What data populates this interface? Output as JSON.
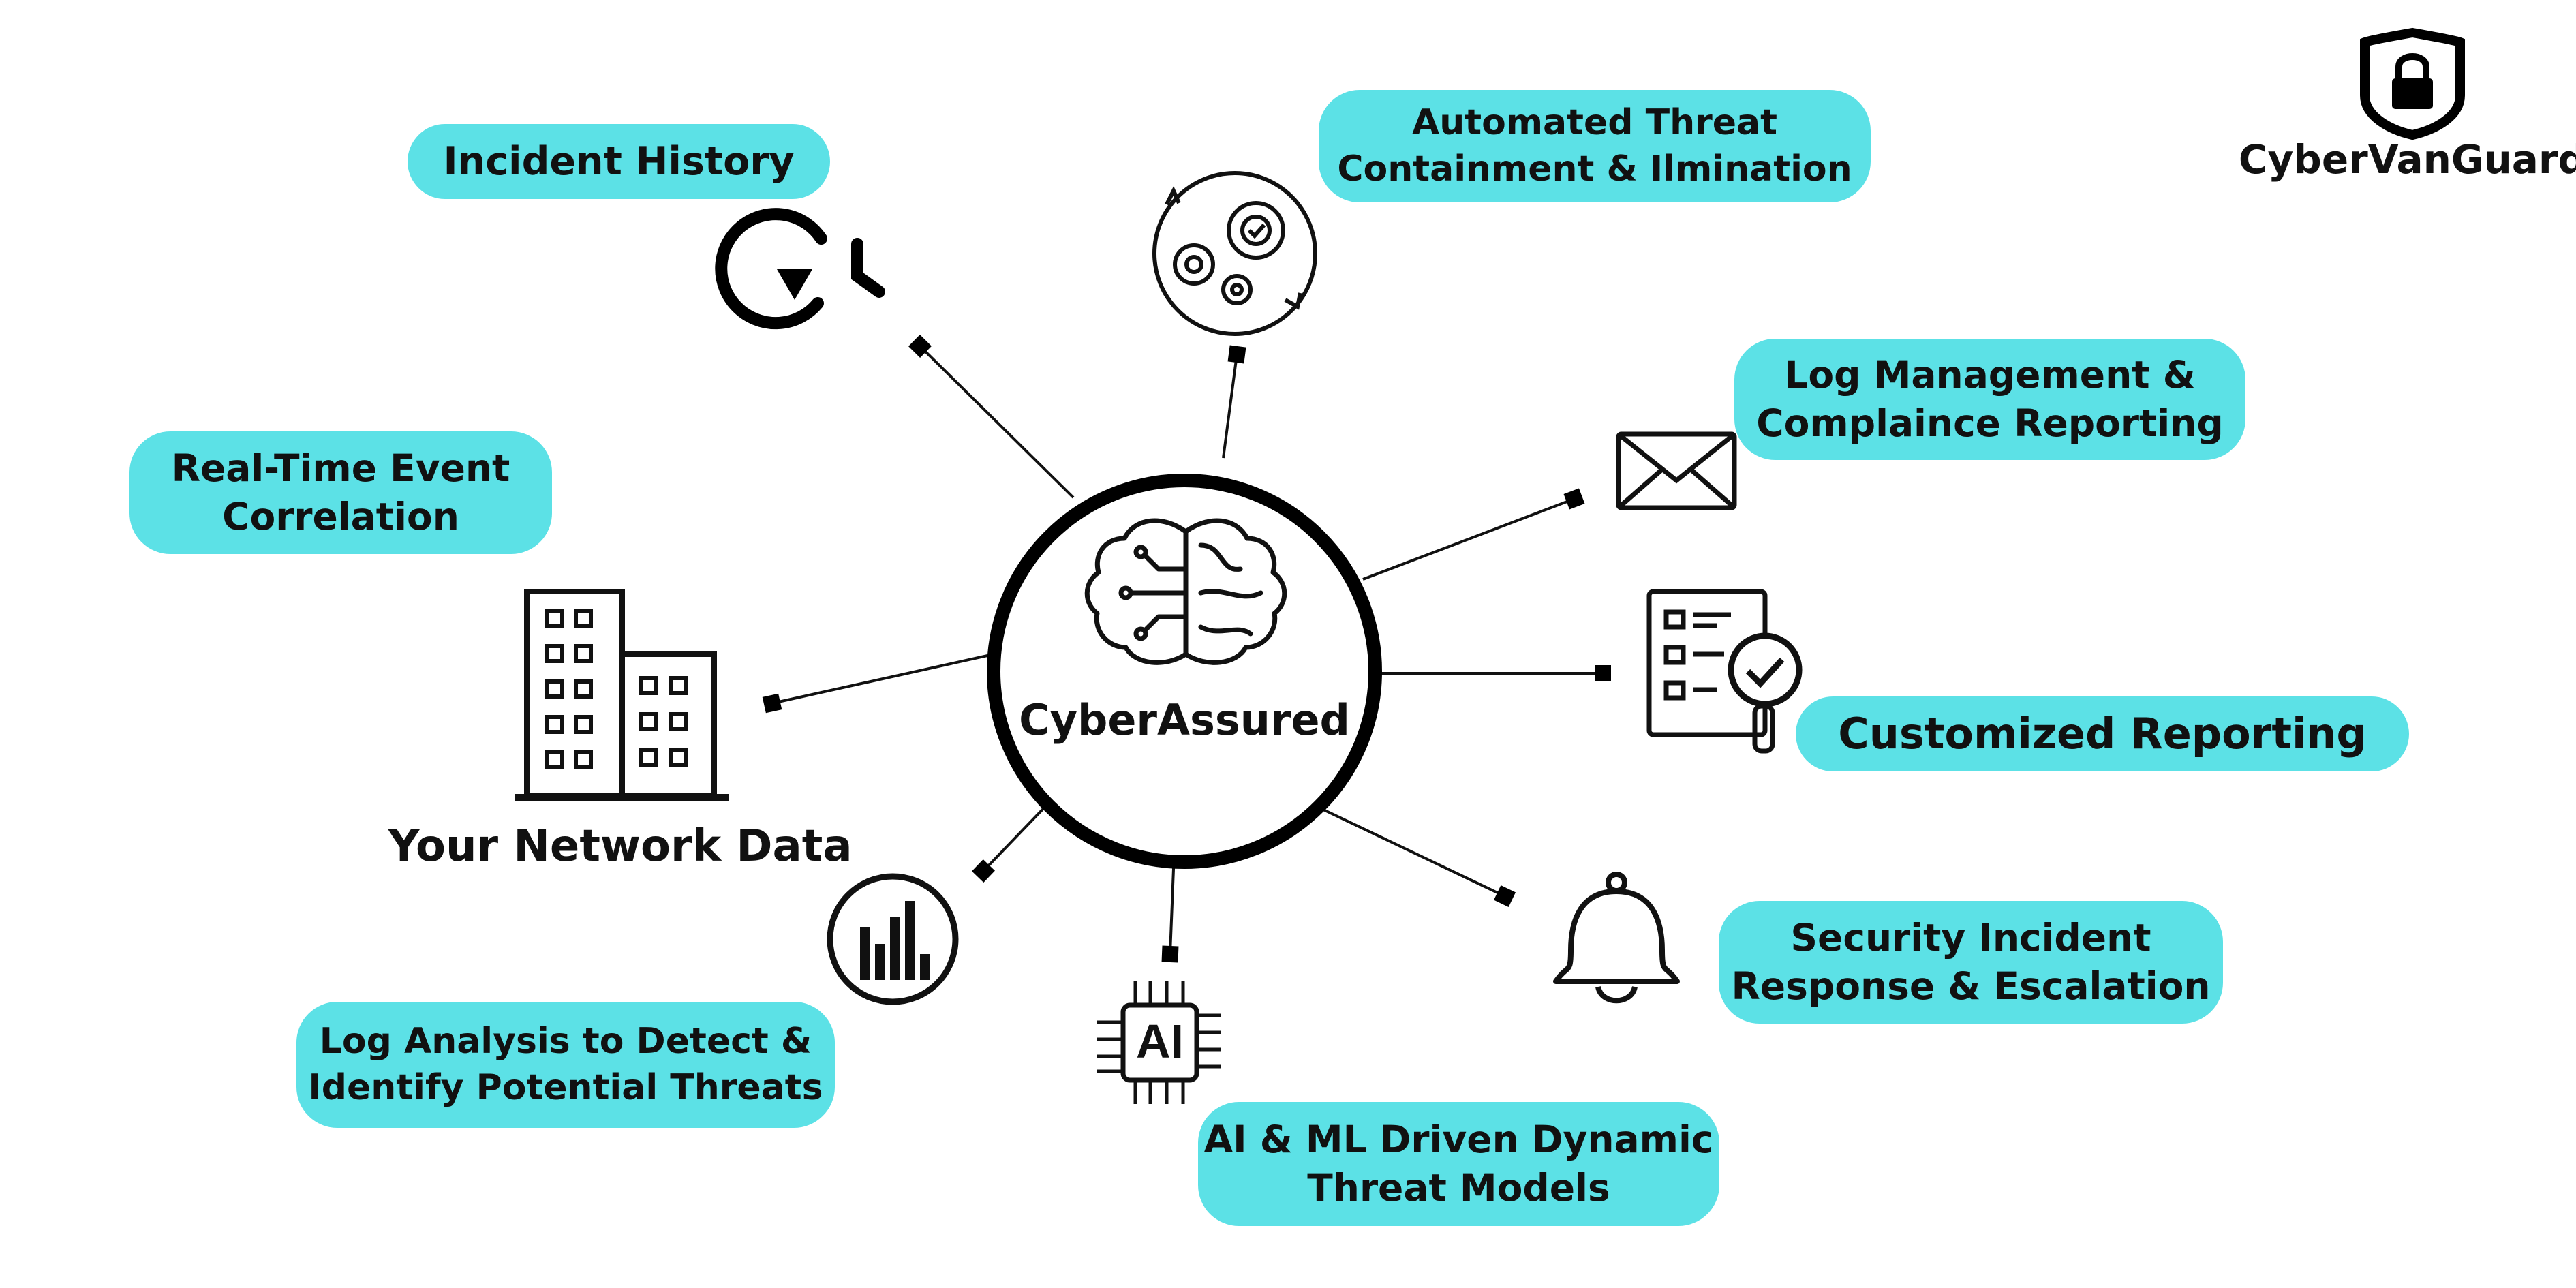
{
  "colors": {
    "pill": "#5ce1e6",
    "ink": "#111111",
    "background": "#ffffff"
  },
  "brand": {
    "name": "CyberVanGuard",
    "icon": "shield-lock-icon"
  },
  "hub": {
    "label": "CyberAssured",
    "icon": "brain-circuit-icon"
  },
  "source": {
    "label": "Your Network Data",
    "icon": "office-buildings-icon"
  },
  "features": [
    {
      "lines": [
        "Incident History"
      ],
      "icon": "history-clock-icon"
    },
    {
      "lines": [
        "Automated Threat",
        "Containment & Ilmination"
      ],
      "icon": "gears-cycle-icon"
    },
    {
      "lines": [
        "Log Management &",
        "Complaince Reporting"
      ],
      "icon": "envelope-icon"
    },
    {
      "lines": [
        "Customized Reporting"
      ],
      "icon": "report-checklist-icon"
    },
    {
      "lines": [
        "Security Incident",
        "Response & Escalation"
      ],
      "icon": "bell-icon"
    },
    {
      "lines": [
        "AI & ML Driven Dynamic",
        "Threat Models"
      ],
      "icon": "ai-chip-icon"
    },
    {
      "lines": [
        "Log Analysis to Detect &",
        "Identify Potential Threats"
      ],
      "icon": "bar-chart-icon"
    },
    {
      "lines": [
        "Real-Time Event",
        "Correlation"
      ],
      "icon": ""
    }
  ]
}
